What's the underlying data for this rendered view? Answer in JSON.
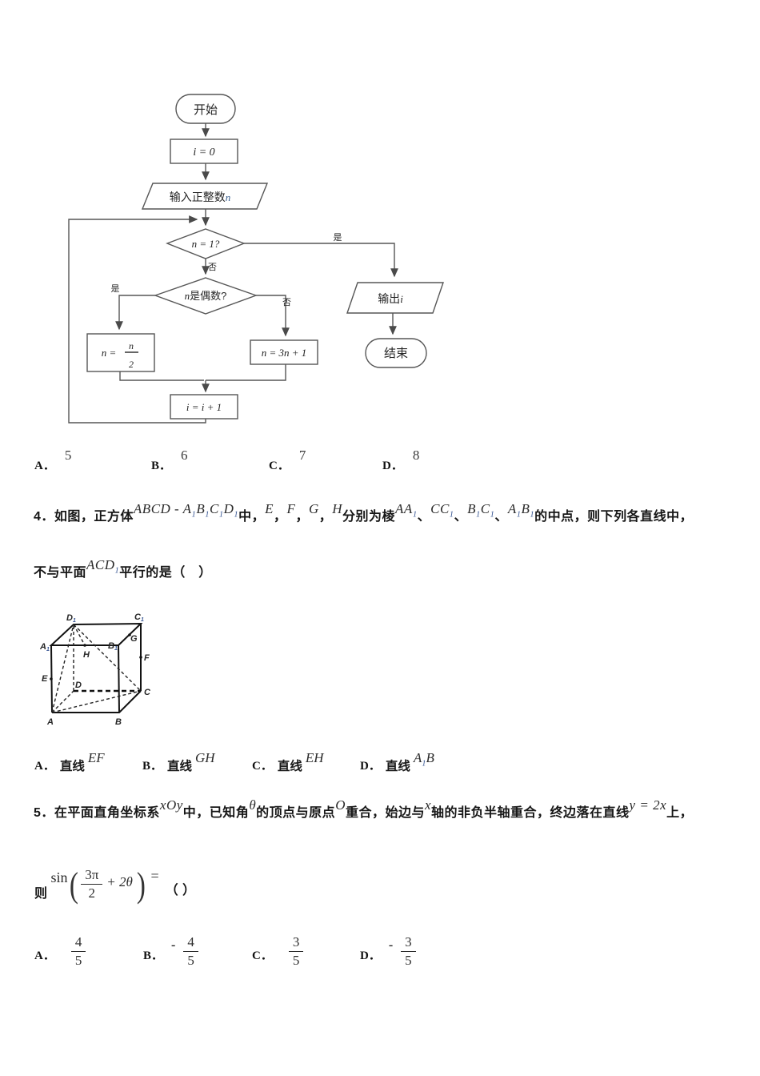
{
  "flowchart": {
    "start_label": "开始",
    "init_label": "i = 0",
    "input_prefix": "输入正整数",
    "input_var": "n",
    "decision1_label": "n = 1?",
    "decision2_var": "n",
    "decision2_text": "是偶数?",
    "yes_label": "是",
    "no_label": "否",
    "half_lhs": "n =",
    "half_num": "n",
    "half_den": "2",
    "triple_label": "n = 3n + 1",
    "incr_label": "i = i + 1",
    "output_prefix": "输出",
    "output_var": "i",
    "end_label": "结束"
  },
  "q3": {
    "options": [
      {
        "label": "A．",
        "value": "5"
      },
      {
        "label": "B．",
        "value": "6"
      },
      {
        "label": "C．",
        "value": "7"
      },
      {
        "label": "D．",
        "value": "8"
      }
    ]
  },
  "q4": {
    "number": "4．",
    "t1": "如图，正方体",
    "m_cube": "ABCD - A_1B_1C_1D_1",
    "t2": "中，",
    "mE": "E",
    "mF": "F",
    "mG": "G",
    "mH": "H",
    "sep_comma": "，",
    "sep_dun": "、",
    "t3": "分别为棱",
    "m_aa1": "AA_1",
    "m_cc1": "CC_1",
    "m_b1c1": "B_1C_1",
    "m_a1b1": "A_1B_1",
    "t4": "的中点，则下列各直线中，",
    "t5": "不与平面",
    "m_acd1": "ACD_1",
    "t6": "平行的是（　）",
    "line_word": "直线",
    "options": [
      {
        "label": "A．",
        "math": "EF"
      },
      {
        "label": "B．",
        "math": "GH"
      },
      {
        "label": "C．",
        "math": "EH"
      },
      {
        "label": "D．",
        "math": "A_1B"
      }
    ]
  },
  "cube": {
    "labels": {
      "A": {
        "main": "A"
      },
      "B": {
        "main": "B"
      },
      "C": {
        "main": "C"
      },
      "D": {
        "main": "D"
      },
      "A1": {
        "main": "A",
        "sub": "1"
      },
      "B1": {
        "main": "B",
        "sub": "1"
      },
      "C1": {
        "main": "C",
        "sub": "1"
      },
      "D1": {
        "main": "D",
        "sub": "1"
      },
      "E": {
        "main": "E"
      },
      "F": {
        "main": "F"
      },
      "G": {
        "main": "G"
      },
      "H": {
        "main": "H"
      }
    }
  },
  "q5": {
    "number": "5．",
    "t1": "在平面直角坐标系",
    "m_xoy": "xOy",
    "t2": "中，已知角",
    "m_theta": "θ",
    "t3": "的顶点与原点",
    "m_o": "O",
    "t4": "重合，始边与",
    "m_x": "x",
    "t5": "轴的非负半轴重合，终边落在直线",
    "m_line": "y = 2x",
    "t6": "上，",
    "t7": "则",
    "f_sin": "sin",
    "f_lparen": "(",
    "f_rparen": ")",
    "f_num": "3π",
    "f_den": "2",
    "f_plus": "+ 2θ",
    "f_eq": "=",
    "t8": "（ ）",
    "options": [
      {
        "label": "A．",
        "sign": "",
        "num": "4",
        "den": "5"
      },
      {
        "label": "B．",
        "sign": "-",
        "num": "4",
        "den": "5"
      },
      {
        "label": "C．",
        "sign": "",
        "num": "3",
        "den": "5"
      },
      {
        "label": "D．",
        "sign": "-",
        "num": "3",
        "den": "5"
      }
    ]
  }
}
